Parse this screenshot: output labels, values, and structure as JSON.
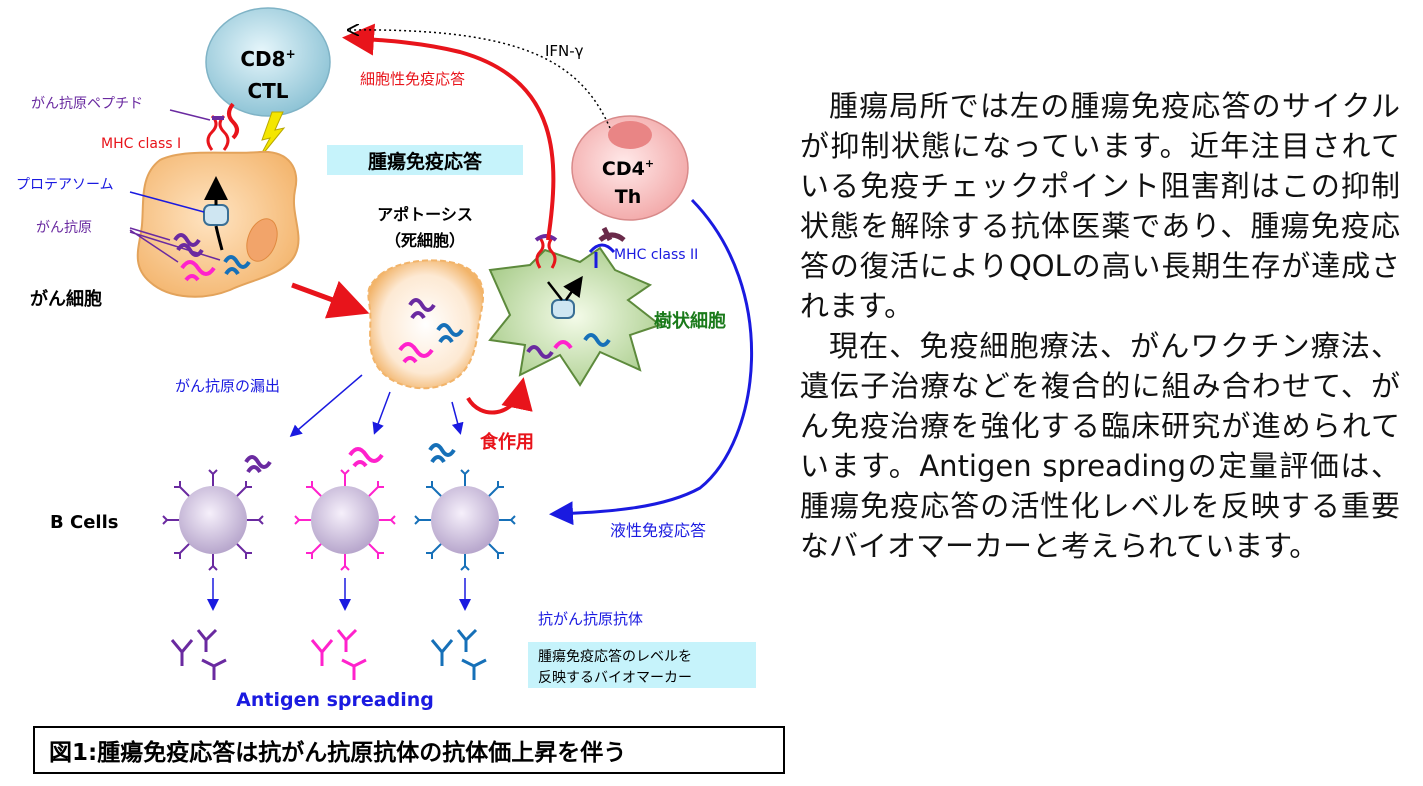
{
  "diagram": {
    "cd8_line1": "CD8",
    "cd8_sup": "+",
    "cd8_line2": "CTL",
    "cd4_line1": "CD4",
    "cd4_sup": "+",
    "cd4_line2": "Th",
    "ifn": "IFN-γ",
    "cellular_response": "細胞性免疫応答",
    "antigen_peptide": "がん抗原ペプチド",
    "mhc1": "MHC class I",
    "proteasome": "プロテアソーム",
    "cancer_antigen": "がん抗原",
    "cancer_cell": "がん細胞",
    "tumor_response": "腫瘍免疫応答",
    "apoptosis": "アポトーシス",
    "dead_cell": "（死細胞）",
    "mhc2": "MHC class II",
    "dendritic_cell": "樹状細胞",
    "antigen_leak": "がん抗原の漏出",
    "phagocytosis": "食作用",
    "b_cells": "B Cells",
    "humoral_response": "液性免疫応答",
    "anti_antibody": "抗がん抗原抗体",
    "biomarker_line1": "腫瘍免疫応答のレベルを",
    "biomarker_line2": "反映するバイオマーカー",
    "antigen_spreading": "Antigen spreading"
  },
  "caption": "図1:腫瘍免疫応答は抗がん抗原抗体の抗体価上昇を伴う",
  "text": {
    "para1": "腫瘍局所では左の腫瘍免疫応答のサイクルが抑制状態になっています。近年注目されている免疫チェックポイント阻害剤はこの抑制状態を解除する抗体医薬であり、腫瘍免疫応答の復活によりQOLの高い長期生存が達成されます。",
    "para2": "現在、免疫細胞療法、がんワクチン療法、遺伝子治療などを複合的に組み合わせて、がん免疫治療を強化する臨床研究が進められています。Antigen spreadingの定量評価は、腫瘍免疫応答の活性化レベルを反映する重要なバイオマーカーと考えられています。"
  },
  "colors": {
    "red": "#e8141b",
    "blue": "#1a1ae0",
    "purple": "#6a2aa0",
    "magenta": "#ff22cc",
    "teal": "#1670b8",
    "green_text": "#1a7a1a",
    "cyan_box": "#c6f3fb"
  }
}
